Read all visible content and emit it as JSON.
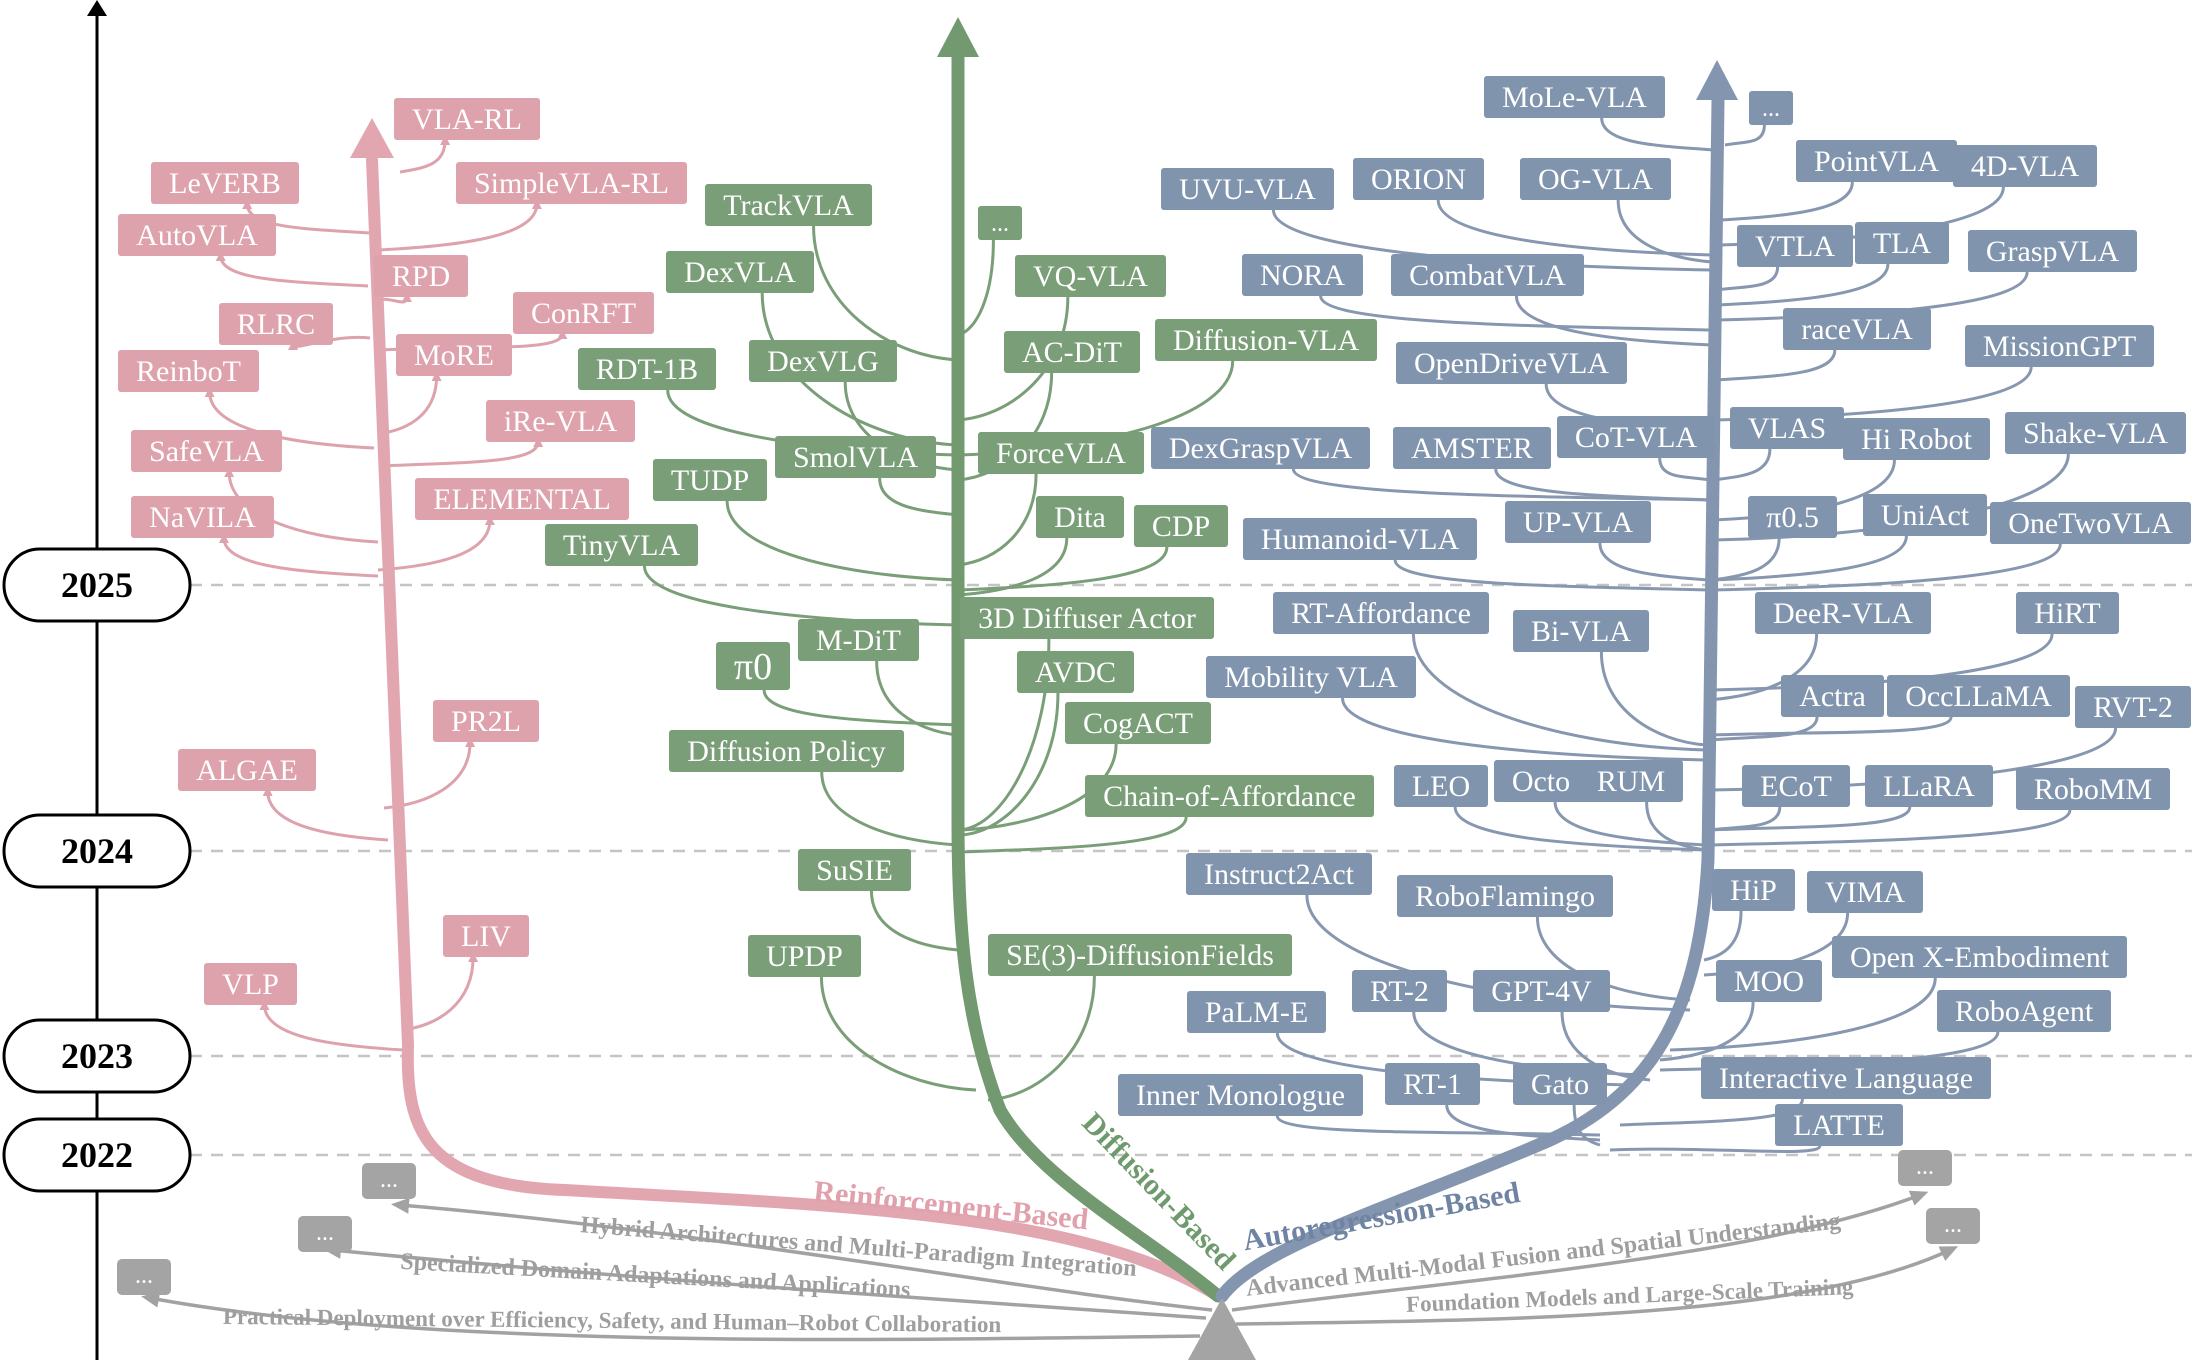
{
  "years": [
    "2025",
    "2024",
    "2023",
    "2022"
  ],
  "colors": {
    "rl_box": "#dea2ad",
    "rl_branch": "#dea2ad",
    "rl_trunk": "#e2a6b1",
    "diff_box": "#7a9e78",
    "diff_branch": "#7a9e78",
    "diff_trunk": "#72996f",
    "ar_box": "#8194ae",
    "ar_branch": "#8797b0",
    "ar_trunk": "#8495b0",
    "gray_box": "#a4a4a4",
    "gray_branch": "#a2a2a2",
    "year_border": "#000000"
  },
  "trunk_labels": {
    "rl": "Reinforcement-Based",
    "diffusion": "Diffusion-Based",
    "ar": "Autoregression-Based"
  },
  "bottom_lines": [
    "Hybrid Architectures and Multi-Paradigm Integration",
    "Specialized Domain Adaptations and Applications",
    "Practical Deployment over Efficiency, Safety, and Human–Robot Collaboration",
    "Advanced Multi-Modal Fusion and Spatial Understanding",
    "Foundation Models and Large-Scale Training"
  ],
  "gray_ellipsis": [
    "...",
    "...",
    "...",
    "...",
    "..."
  ],
  "rl_models": [
    "VLA-RL",
    "LeVERB",
    "SimpleVLA-RL",
    "AutoVLA",
    "RPD",
    "RLRC",
    "ConRFT",
    "ReinboT",
    "MoRE",
    "iRe-VLA",
    "SafeVLA",
    "ELEMENTAL",
    "NaVILA",
    "PR2L",
    "ALGAE",
    "LIV",
    "VLP"
  ],
  "diffusion_models": [
    "TrackVLA",
    "...",
    "DexVLA",
    "VQ-VLA",
    "AC-DiT",
    "Diffusion-VLA",
    "DexVLG",
    "RDT-1B",
    "SmolVLA",
    "ForceVLA",
    "TUDP",
    "Dita",
    "CDP",
    "TinyVLA",
    "3D Diffuser Actor",
    "M-DiT",
    "π0",
    "AVDC",
    "CogACT",
    "Diffusion Policy",
    "Chain-of-Affordance",
    "SuSIE",
    "UPDP",
    "SE(3)-DiffusionFields"
  ],
  "ar_models": [
    "MoLe-VLA",
    "...",
    "PointVLA",
    "4D-VLA",
    "UVU-VLA",
    "ORION",
    "OG-VLA",
    "VTLA",
    "TLA",
    "GraspVLA",
    "NORA",
    "CombatVLA",
    "raceVLA",
    "MissionGPT",
    "OpenDriveVLA",
    "DexGraspVLA",
    "AMSTER",
    "CoT-VLA",
    "VLAS",
    "Hi Robot",
    "Shake-VLA",
    "Humanoid-VLA",
    "UP-VLA",
    "π0.5",
    "UniAct",
    "OneTwoVLA",
    "RT-Affordance",
    "Bi-VLA",
    "DeeR-VLA",
    "HiRT",
    "Mobility VLA",
    "Actra",
    "OccLLaMA",
    "RVT-2",
    "LEO",
    "Octo",
    "RUM",
    "ECoT",
    "LLaRA",
    "RoboMM",
    "Instruct2Act",
    "RoboFlamingo",
    "HiP",
    "VIMA",
    "MOO",
    "Open X-Embodiment",
    "RT-2",
    "GPT-4V",
    "PaLM-E",
    "RoboAgent",
    "Inner Monologue",
    "RT-1",
    "Gato",
    "Interactive Language",
    "LATTE"
  ]
}
